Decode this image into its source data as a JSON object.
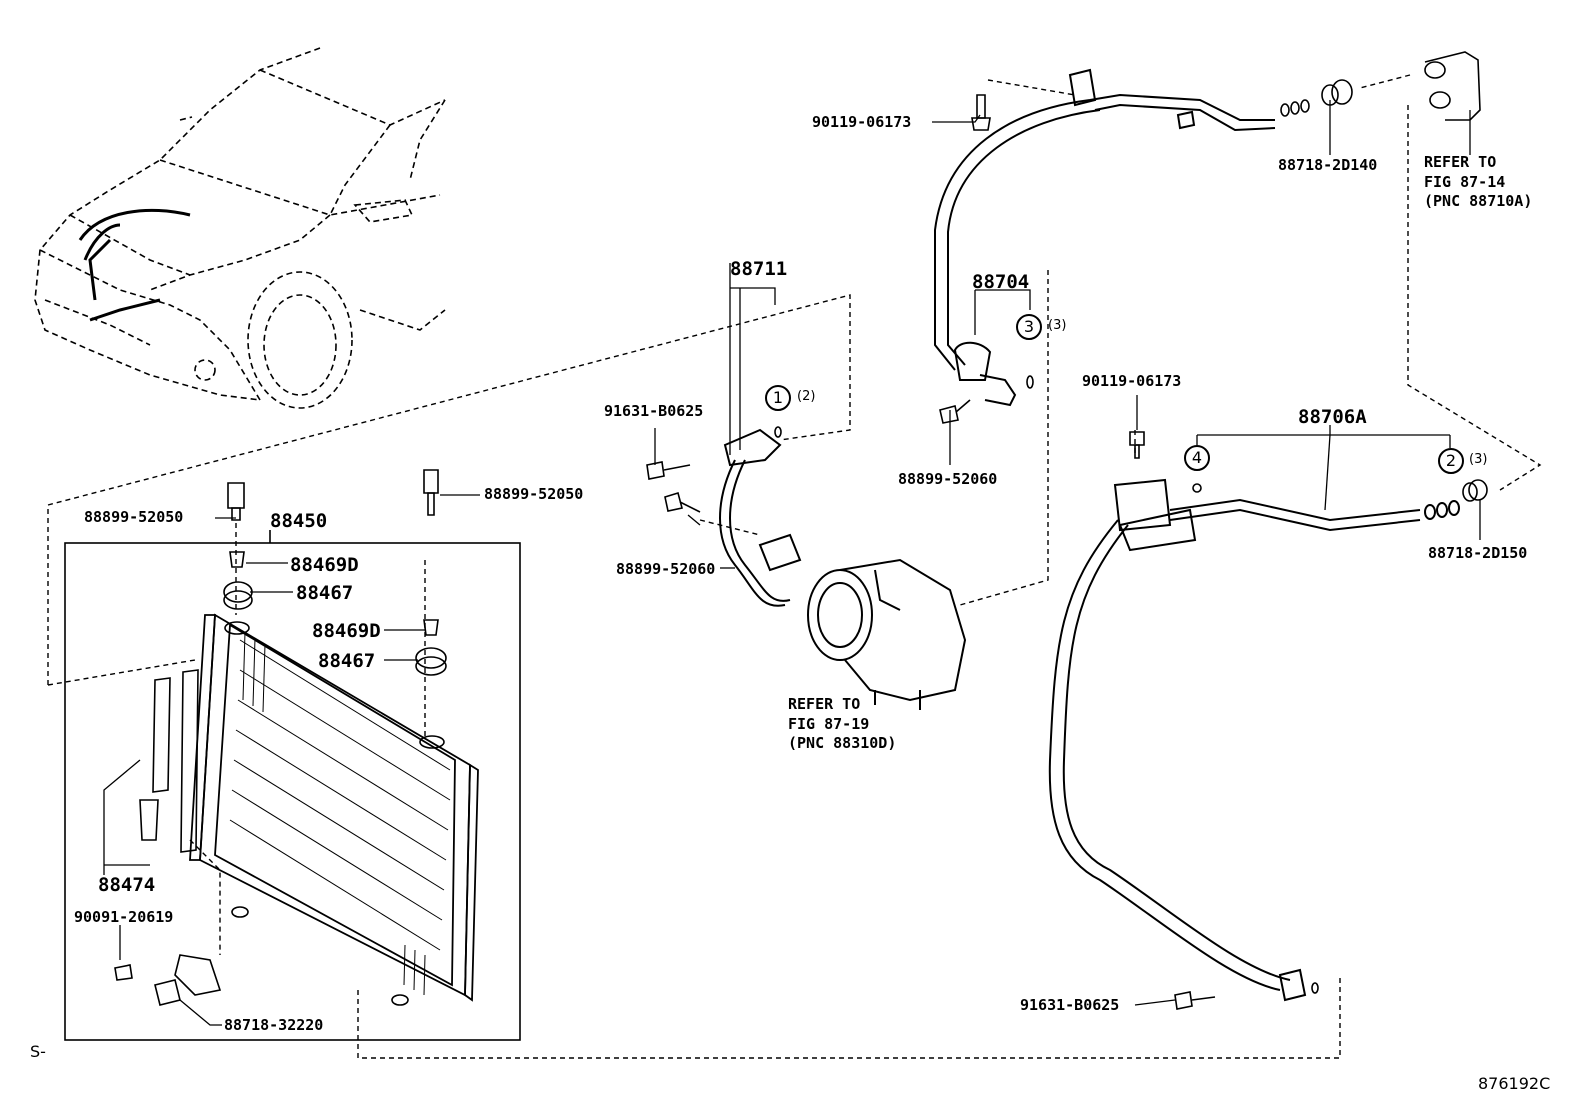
{
  "part_numbers": {
    "p1": "90119-06173",
    "p2": "88718-2D140",
    "p3": "88704",
    "p4": "88711",
    "p5": "91631-B0625",
    "p6": "88899-52060",
    "p7": "90119-06173",
    "p8": "88706A",
    "p9": "88718-2D150",
    "p10": "88899-52050",
    "p11": "88899-52050",
    "p12": "88450",
    "p13": "88469D",
    "p14": "88467",
    "p15": "88469D",
    "p16": "88467",
    "p17": "88899-52060",
    "p18": "88474",
    "p19": "90091-20619",
    "p20": "88718-32220",
    "p21": "91631-B0625"
  },
  "callouts": [
    {
      "num": "1",
      "qty": "(2)"
    },
    {
      "num": "2",
      "qty": "(3)"
    },
    {
      "num": "3",
      "qty": "(3)"
    },
    {
      "num": "4",
      "qty": ""
    }
  ],
  "references": [
    {
      "lines": [
        "REFER TO",
        "FIG 87-14",
        "(PNC 88710A)"
      ]
    },
    {
      "lines": [
        "REFER TO",
        "FIG 87-19",
        "(PNC 88310D)"
      ]
    }
  ],
  "footer": {
    "left": "S-",
    "right": "876192C"
  }
}
